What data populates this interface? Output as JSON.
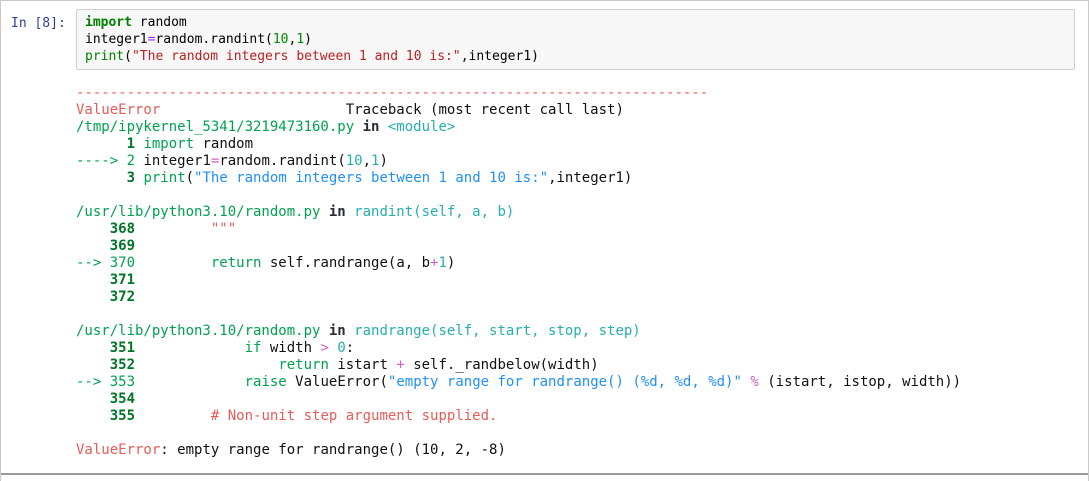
{
  "prompt": {
    "label": "In [8]:"
  },
  "colors": {
    "prompt_blue": "#303F9F",
    "error_red": "#E75C58",
    "ansi_green": "#00A250",
    "lineno_green_bold": "#007427",
    "ansi_cyan": "#27AEAE",
    "ansi_blue": "#208FFB",
    "ansi_magenta": "#D160C4",
    "keyword_green": "#008000",
    "string_red": "#BA2121",
    "operator_purple": "#AA22FF",
    "input_bg": "#f7f7f7",
    "input_border": "#cfcfcf"
  },
  "input_code": {
    "lines": [
      [
        [
          "kw",
          "import"
        ],
        [
          "pl",
          " random"
        ]
      ],
      [
        [
          "pl",
          "integer1"
        ],
        [
          "op",
          "="
        ],
        [
          "pl",
          "random.randint("
        ],
        [
          "nm",
          "10"
        ],
        [
          "pl",
          ","
        ],
        [
          "nm",
          "1"
        ],
        [
          "pl",
          ")"
        ]
      ],
      [
        [
          "bi",
          "print"
        ],
        [
          "pl",
          "("
        ],
        [
          "st",
          "\"The random integers between 1 and 10 is:\""
        ],
        [
          "pl",
          ",integer1)"
        ]
      ]
    ]
  },
  "traceback": {
    "lines": [
      [
        [
          "r",
          "---------------------------------------------------------------------------"
        ]
      ],
      [
        [
          "r",
          "ValueError"
        ],
        [
          "k",
          "                      Traceback (most recent call last)"
        ]
      ],
      [
        [
          "g",
          "/tmp/ipykernel_5341/3219473160.py"
        ],
        [
          "kb",
          " in "
        ],
        [
          "c",
          "<module>"
        ]
      ],
      [
        [
          "k",
          "      "
        ],
        [
          "lg",
          "1"
        ],
        [
          "k",
          " "
        ],
        [
          "g",
          "import"
        ],
        [
          "k",
          " random"
        ]
      ],
      [
        [
          "g",
          "----> 2"
        ],
        [
          "k",
          " integer1"
        ],
        [
          "pu",
          "="
        ],
        [
          "k",
          "random.randint("
        ],
        [
          "c",
          "10"
        ],
        [
          "k",
          ","
        ],
        [
          "c",
          "1"
        ],
        [
          "k",
          ")"
        ]
      ],
      [
        [
          "k",
          "      "
        ],
        [
          "lg",
          "3"
        ],
        [
          "k",
          " "
        ],
        [
          "g",
          "print"
        ],
        [
          "k",
          "("
        ],
        [
          "b",
          "\"The random integers between 1 and 10 is:\""
        ],
        [
          "k",
          ",integer1)"
        ]
      ],
      [],
      [
        [
          "g",
          "/usr/lib/python3.10/random.py"
        ],
        [
          "kb",
          " in "
        ],
        [
          "c",
          "randint(self, a, b)"
        ]
      ],
      [
        [
          "k",
          "    "
        ],
        [
          "lg",
          "368"
        ],
        [
          "k",
          "         "
        ],
        [
          "r",
          "\"\"\""
        ]
      ],
      [
        [
          "k",
          "    "
        ],
        [
          "lg",
          "369"
        ],
        [
          "k",
          " "
        ]
      ],
      [
        [
          "g",
          "--> 370"
        ],
        [
          "k",
          "         "
        ],
        [
          "g",
          "return"
        ],
        [
          "k",
          " self.randrange(a, b"
        ],
        [
          "pu",
          "+"
        ],
        [
          "c",
          "1"
        ],
        [
          "k",
          ")"
        ]
      ],
      [
        [
          "k",
          "    "
        ],
        [
          "lg",
          "371"
        ],
        [
          "k",
          " "
        ]
      ],
      [
        [
          "k",
          "    "
        ],
        [
          "lg",
          "372"
        ],
        [
          "k",
          " "
        ]
      ],
      [],
      [
        [
          "g",
          "/usr/lib/python3.10/random.py"
        ],
        [
          "kb",
          " in "
        ],
        [
          "c",
          "randrange(self, start, stop, step)"
        ]
      ],
      [
        [
          "k",
          "    "
        ],
        [
          "lg",
          "351"
        ],
        [
          "k",
          "             "
        ],
        [
          "g",
          "if"
        ],
        [
          "k",
          " width "
        ],
        [
          "pu",
          ">"
        ],
        [
          "k",
          " "
        ],
        [
          "c",
          "0"
        ],
        [
          "k",
          ":"
        ]
      ],
      [
        [
          "k",
          "    "
        ],
        [
          "lg",
          "352"
        ],
        [
          "k",
          "                 "
        ],
        [
          "g",
          "return"
        ],
        [
          "k",
          " istart "
        ],
        [
          "pu",
          "+"
        ],
        [
          "k",
          " self._randbelow(width)"
        ]
      ],
      [
        [
          "g",
          "--> 353"
        ],
        [
          "k",
          "             "
        ],
        [
          "g",
          "raise"
        ],
        [
          "k",
          " ValueError("
        ],
        [
          "b",
          "\"empty range for randrange() (%d, %d, %d)\""
        ],
        [
          "k",
          " "
        ],
        [
          "pu",
          "%"
        ],
        [
          "k",
          " (istart, istop, width))"
        ]
      ],
      [
        [
          "k",
          "    "
        ],
        [
          "lg",
          "354"
        ],
        [
          "k",
          " "
        ]
      ],
      [
        [
          "k",
          "    "
        ],
        [
          "lg",
          "355"
        ],
        [
          "k",
          "         "
        ],
        [
          "r",
          "# Non-unit step argument supplied."
        ]
      ],
      [],
      [
        [
          "r",
          "ValueError"
        ],
        [
          "k",
          ": empty range for randrange() (10, 2, -8)"
        ]
      ]
    ]
  }
}
